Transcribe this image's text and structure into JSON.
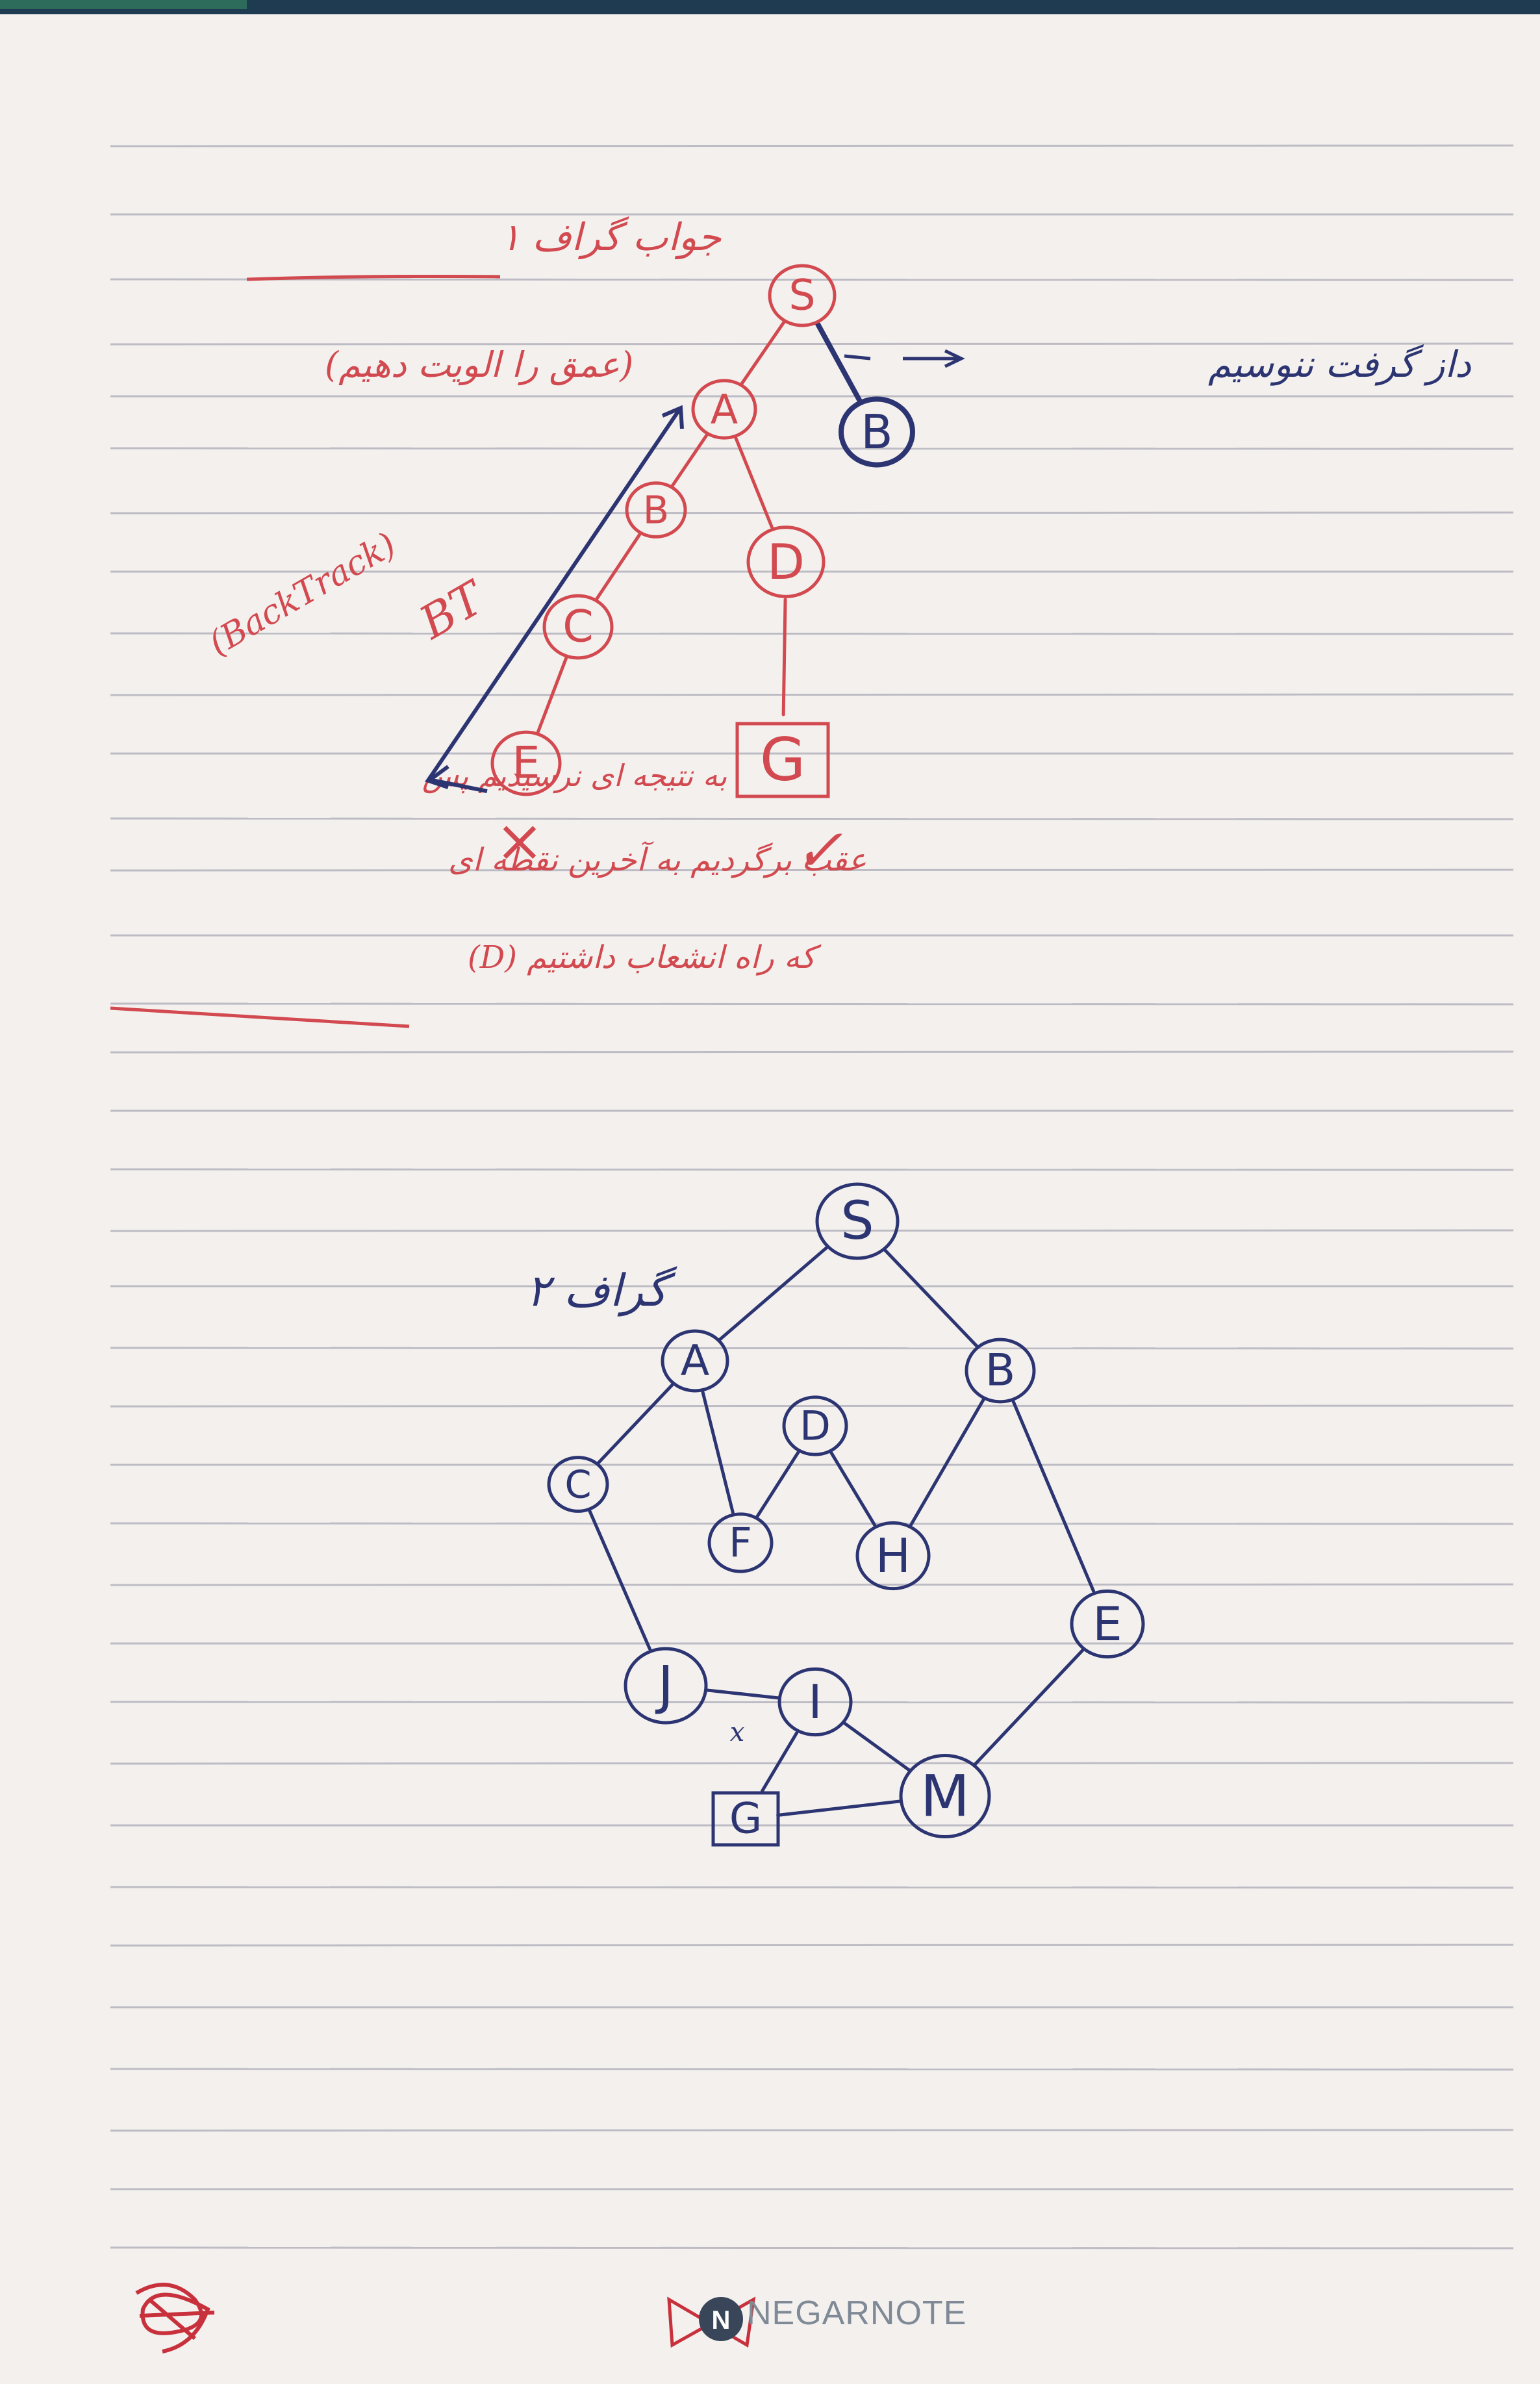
{
  "colors": {
    "paper": "#f3f0ee",
    "rule_line": "#bdbcc4",
    "red_ink": "#d2494f",
    "blue_ink": "#2c3572",
    "top_band": "#1e3b52"
  },
  "graph1": {
    "title": "جواب گراف ۱",
    "note_depth": "(عمق را الویت دهیم)",
    "note_backtrack": "(BackTrack)",
    "note_bt": "BT",
    "arrow_note": "داز گرفت ننوسیم",
    "left_note": [
      "به نتیجه ای نرسیدیم پس",
      "عقب برگردیم به آخرین نقطه ای",
      "که راه انشعاب داشتیم (D)"
    ],
    "cross_mark": "×",
    "check_mark": "✓",
    "nodes": [
      {
        "id": "S",
        "label": "S",
        "color": "red"
      },
      {
        "id": "A",
        "label": "A",
        "color": "red"
      },
      {
        "id": "B_right",
        "label": "B",
        "color": "blue"
      },
      {
        "id": "B_left",
        "label": "B",
        "color": "red"
      },
      {
        "id": "D",
        "label": "D",
        "color": "red"
      },
      {
        "id": "C",
        "label": "C",
        "color": "red"
      },
      {
        "id": "E",
        "label": "E",
        "color": "red"
      },
      {
        "id": "G",
        "label": "G",
        "color": "red",
        "shape": "square"
      }
    ],
    "edges": [
      [
        "S",
        "A"
      ],
      [
        "S",
        "B_right"
      ],
      [
        "A",
        "B_left"
      ],
      [
        "A",
        "D"
      ],
      [
        "B_left",
        "C"
      ],
      [
        "C",
        "E"
      ],
      [
        "D",
        "G"
      ]
    ]
  },
  "graph2": {
    "title": "گراف ۲",
    "edge_mark": "x",
    "nodes": [
      {
        "id": "S",
        "label": "S"
      },
      {
        "id": "A",
        "label": "A"
      },
      {
        "id": "B",
        "label": "B"
      },
      {
        "id": "C",
        "label": "C"
      },
      {
        "id": "D",
        "label": "D"
      },
      {
        "id": "F",
        "label": "F"
      },
      {
        "id": "H",
        "label": "H"
      },
      {
        "id": "E",
        "label": "E"
      },
      {
        "id": "J",
        "label": "J"
      },
      {
        "id": "I",
        "label": "I"
      },
      {
        "id": "M",
        "label": "M"
      },
      {
        "id": "G",
        "label": "G",
        "shape": "square"
      }
    ],
    "edges": [
      [
        "S",
        "A"
      ],
      [
        "S",
        "B"
      ],
      [
        "A",
        "C"
      ],
      [
        "A",
        "F"
      ],
      [
        "F",
        "D"
      ],
      [
        "D",
        "H"
      ],
      [
        "B",
        "H"
      ],
      [
        "B",
        "E"
      ],
      [
        "C",
        "J"
      ],
      [
        "J",
        "I"
      ],
      [
        "I",
        "G"
      ],
      [
        "I",
        "M"
      ],
      [
        "G",
        "M"
      ],
      [
        "E",
        "M"
      ]
    ]
  },
  "footer": {
    "brand": "NEGARNOTE",
    "logo_icon": "negarnote-logo-icon",
    "scribble_icon": "scribble-icon"
  }
}
